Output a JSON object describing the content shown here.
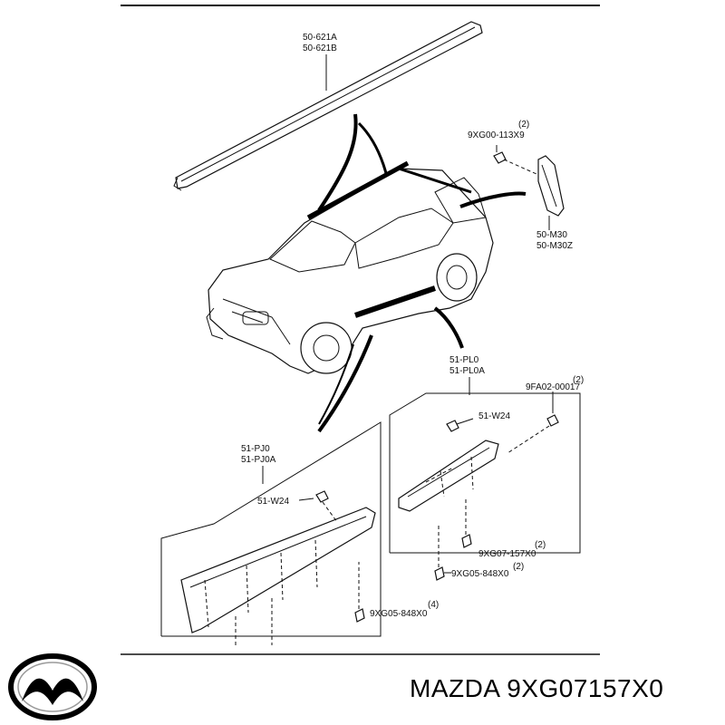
{
  "labels": {
    "roof_molding": [
      "50-621A",
      "50-621B"
    ],
    "bolt_top": "9XG00-113X9",
    "bolt_top_qty": "(2)",
    "garnish": [
      "50-M30",
      "50-M30Z"
    ],
    "rear_molding": [
      "51-PL0",
      "51-PL0A"
    ],
    "nut_right": "9FA02-00017",
    "nut_right_qty": "(2)",
    "clip_right": "51-W24",
    "clip_bottom_right": "9XG07-157X0",
    "clip_bottom_right_qty": "(2)",
    "screw_right": "9XG05-848X0",
    "screw_right_qty": "(2)",
    "front_molding": [
      "51-PJ0",
      "51-PJ0A"
    ],
    "clip_left": "51-W24",
    "screw_left": "9XG05-848X0",
    "screw_left_qty": "(4)"
  },
  "footer": {
    "brand": "MAZDA",
    "part_number": "9XG07157X0",
    "title": "MAZDA 9XG07157X0"
  },
  "logo": {
    "icon": "mazda-logo-icon"
  }
}
